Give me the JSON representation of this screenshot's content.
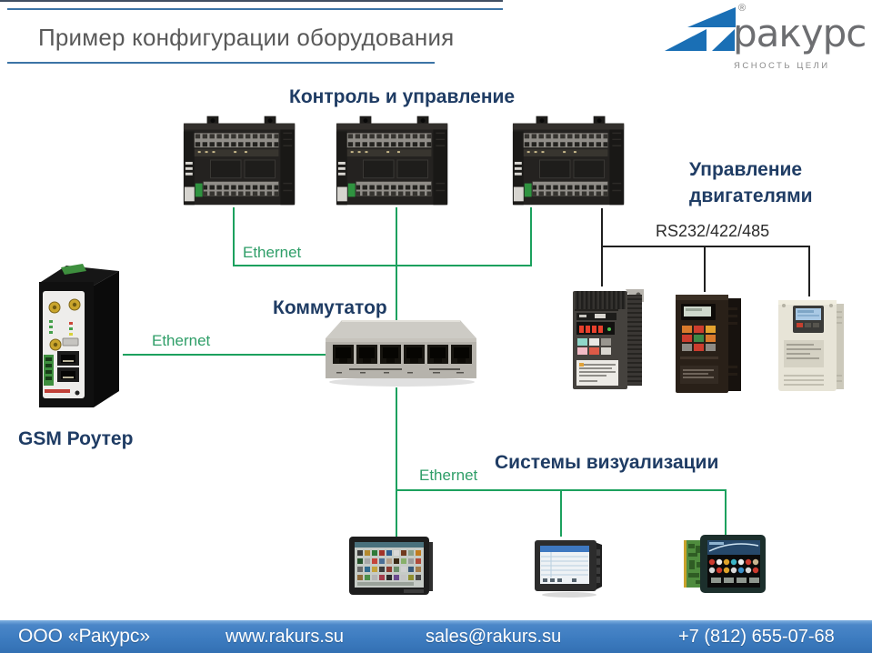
{
  "slide": {
    "title": "Пример конфигурации оборудования"
  },
  "logo": {
    "wordmark": "ракурс",
    "registered_mark": "®",
    "tagline": "ЯСНОСТЬ ЦЕЛИ"
  },
  "diagram": {
    "sections": {
      "control": "Контроль и управление",
      "motors": [
        "Управление",
        "двигателями"
      ],
      "switch": "Коммутатор",
      "router": "GSM Роутер",
      "visualization": "Системы визуализации"
    },
    "connections": {
      "ethernet_top": "Ethernet",
      "ethernet_router": "Ethernet",
      "ethernet_bottom": "Ethernet",
      "serial_bus": "RS232/422/485"
    }
  },
  "footer": {
    "company": "ООО «Ракурс»",
    "website": "www.rakurs.su",
    "email": "sales@rakurs.su",
    "phone": "+7 (812) 655-07-68"
  },
  "icons": {
    "logo_mark": "rakurs-triangles-icon"
  },
  "colors": {
    "ethernet_line": "#1ca15e",
    "ethernet_text": "#2f9e68",
    "serial_line": "#1f1f1f",
    "heading_navy": "#1f3c64",
    "title_gray": "#595959",
    "rule_blue": "#3c74a6",
    "logo_blue": "#1a6fb5",
    "footer_blue": "#3d7cc0"
  }
}
